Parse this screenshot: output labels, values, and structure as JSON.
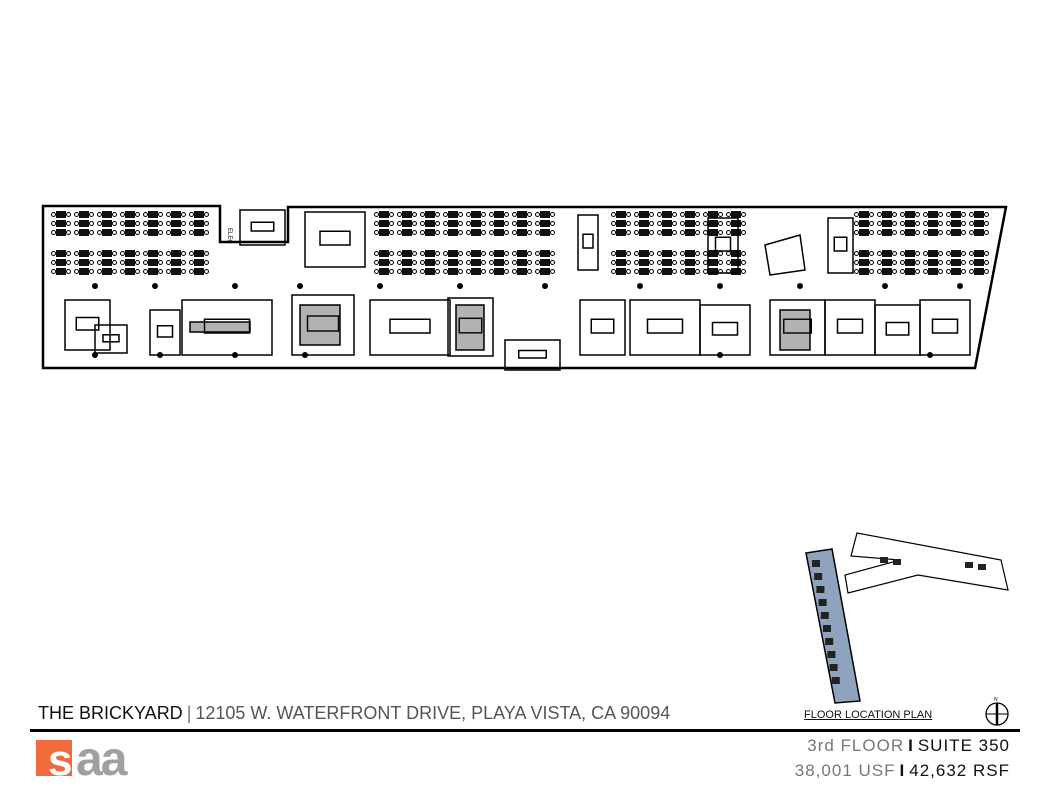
{
  "header": {
    "building": "THE BRICKYARD",
    "separator": "|",
    "address": "12105 W. WATERFRONT DRIVE, PLAYA VISTA, CA  90094"
  },
  "logo": {
    "text": "saa",
    "accent": "#f26b3a",
    "gray": "#a0a0a0"
  },
  "floor_plan": {
    "room_label": "ELEC",
    "line_color": "#000000"
  },
  "location_plan": {
    "label": "FLOOR LOCATION PLAN",
    "highlight_color": "#8fa3bf",
    "compass_label": "N"
  },
  "suite_info": {
    "floor": "3rd FLOOR",
    "suite": "SUITE 350",
    "usf": "38,001 USF",
    "rsf": "42,632 RSF",
    "divider": "I"
  }
}
